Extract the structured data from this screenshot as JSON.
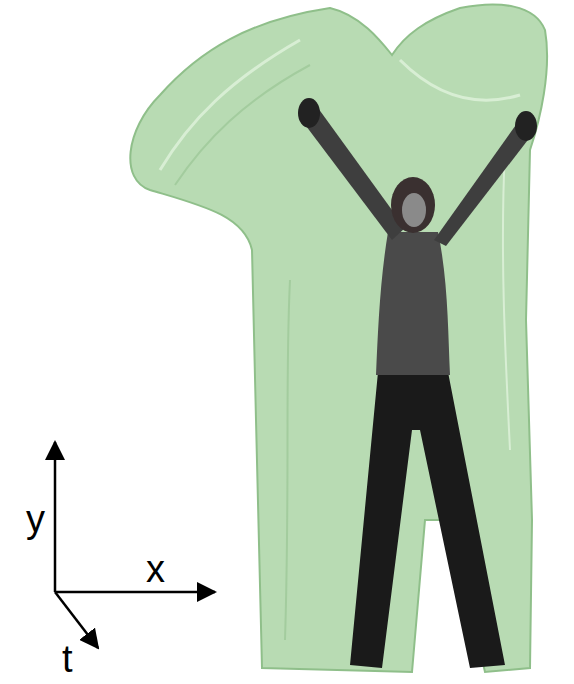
{
  "diagram": {
    "labels": [
      "y",
      "x",
      "t"
    ]
  }
}
